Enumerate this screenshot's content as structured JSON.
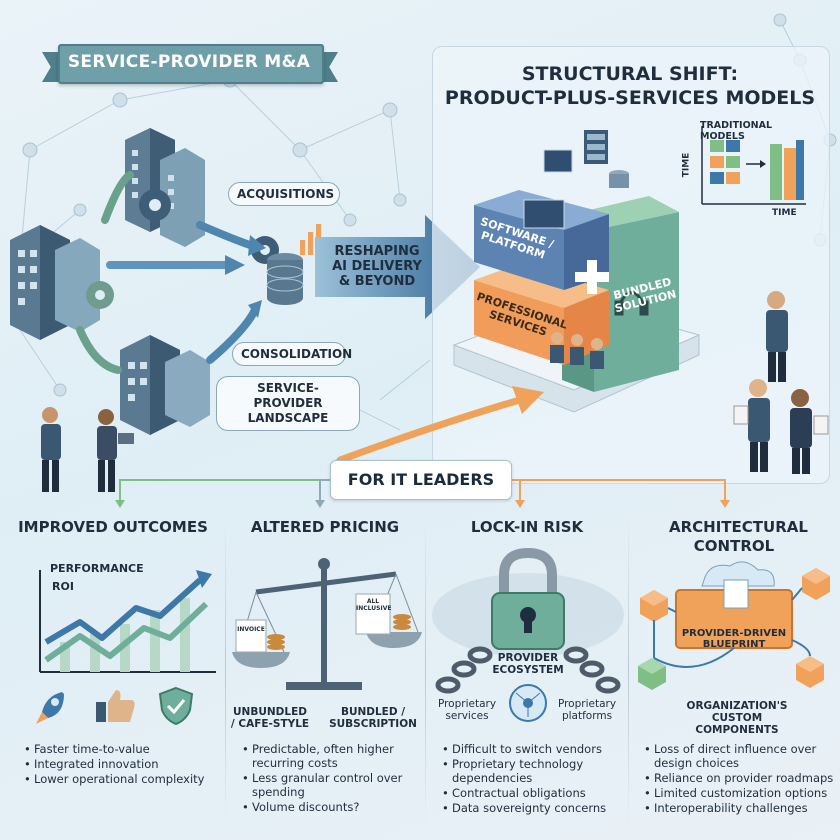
{
  "banner_title": "SERVICE-PROVIDER M&A",
  "panel_title_line1": "STRUCTURAL SHIFT:",
  "panel_title_line2": "PRODUCT-PLUS-SERVICES MODELS",
  "left_pills": {
    "acquisitions": "ACQUISITIONS",
    "consolidation": "CONSOLIDATION",
    "landscape_line1": "SERVICE-PROVIDER",
    "landscape_line2": "LANDSCAPE"
  },
  "arrow_text": [
    "RESHAPING",
    "AI DELIVERY",
    "& BEYOND"
  ],
  "mini_chart": {
    "title": "TRADITIONAL MODELS",
    "ylabel": "TIME",
    "xlabel": "TIME"
  },
  "stack": {
    "software": "SOFTWARE / PLATFORM",
    "professional": "PROFESSIONAL SERVICES",
    "bundled": "BUNDLED SOLUTION"
  },
  "for_it_leaders": "FOR IT LEADERS",
  "columns": [
    {
      "title": "IMPROVED OUTCOMES",
      "chart_labels": [
        "PERFORMANCE",
        "ROI"
      ],
      "bullets": [
        "Faster time-to-value",
        "Integrated innovation",
        "Lower operational complexity"
      ]
    },
    {
      "title": "ALTERED PRICING",
      "invoice_label": "INVOICE",
      "all_inclusive_label": "ALL INCLUSIVE",
      "left_label": "UNBUNDLED / CAFE-STYLE",
      "right_label": "BUNDLED / SUBSCRIPTION",
      "bullets": [
        "Predictable, often higher recurring costs",
        "Less granular control over spending",
        "Volume discounts?"
      ]
    },
    {
      "title": "LOCK-IN RISK",
      "center_label": "PROVIDER ECOSYSTEM",
      "left_label": "Proprietary services",
      "right_label": "Proprietary platforms",
      "bullets": [
        "Difficult to switch vendors",
        "Proprietary technology dependencies",
        "Contractual obligations",
        "Data sovereignty concerns"
      ]
    },
    {
      "title": "ARCHITECTURAL CONTROL",
      "blueprint_label": "PROVIDER-DRIVEN BLUEPRINT",
      "components_label": "ORGANIZATION'S CUSTOM COMPONENTS",
      "bullets": [
        "Loss of direct influence over design choices",
        "Reliance on provider roadmaps",
        "Limited customization options",
        "Interoperability challenges"
      ]
    }
  ],
  "colors": {
    "teal": "#6f9fa8",
    "green": "#7fbf86",
    "orange": "#f0a25a",
    "blue": "#3d78a8",
    "navy": "#3a5872"
  }
}
